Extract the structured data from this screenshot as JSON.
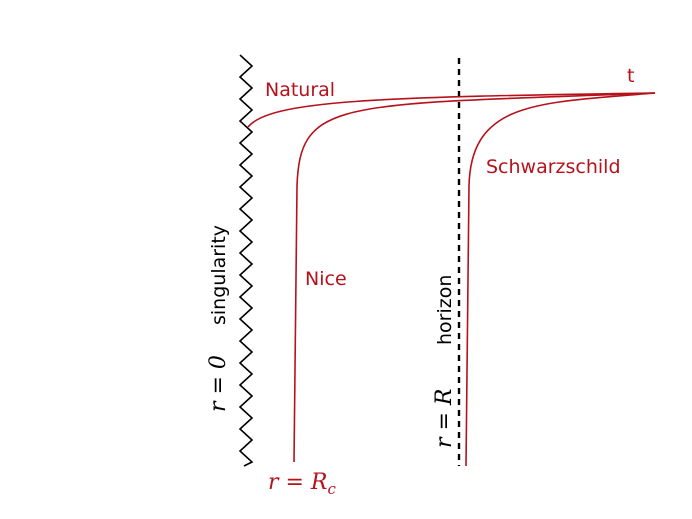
{
  "colors": {
    "curve": "#b5121b",
    "ink": "#000000"
  },
  "labels": {
    "natural": "Natural",
    "t": "t",
    "schwarzschild": "Schwarzschild",
    "nice": "Nice",
    "singularity": "singularity",
    "r_zero": "r = 0",
    "horizon": "horizon",
    "r_R": "r = R",
    "r_Rc": "r = R",
    "r_Rc_sub": "c"
  }
}
